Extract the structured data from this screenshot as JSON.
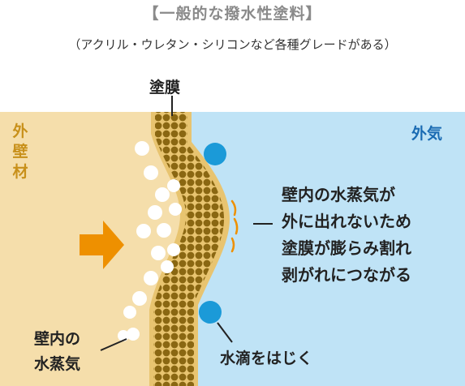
{
  "header": {
    "title": "【一般的な撥水性塗料】",
    "subtitle": "（アクリル・ウレタン・シリコンなど各種グレードがある）"
  },
  "labels": {
    "coating": "塗膜",
    "outer_wall": "外壁材",
    "outside": "外気",
    "explanation": [
      "壁内の水蒸気が",
      "外に出れないため",
      "塗膜が膨らみ割れ",
      "剥がれにつながる"
    ],
    "vapor": [
      "壁内の",
      "水蒸気"
    ],
    "repel": "水滴をはじく"
  },
  "colors": {
    "wall": "#f5deab",
    "outside": "#bfe3f6",
    "coating_band": "#e8c470",
    "coating_dots": "#8a6712",
    "arrow": "#ee9000",
    "water_drop": "#1b9ad8",
    "steam": "#ffffff",
    "outer_wall_text": "#c8901a",
    "outside_text": "#1a6bb3"
  }
}
